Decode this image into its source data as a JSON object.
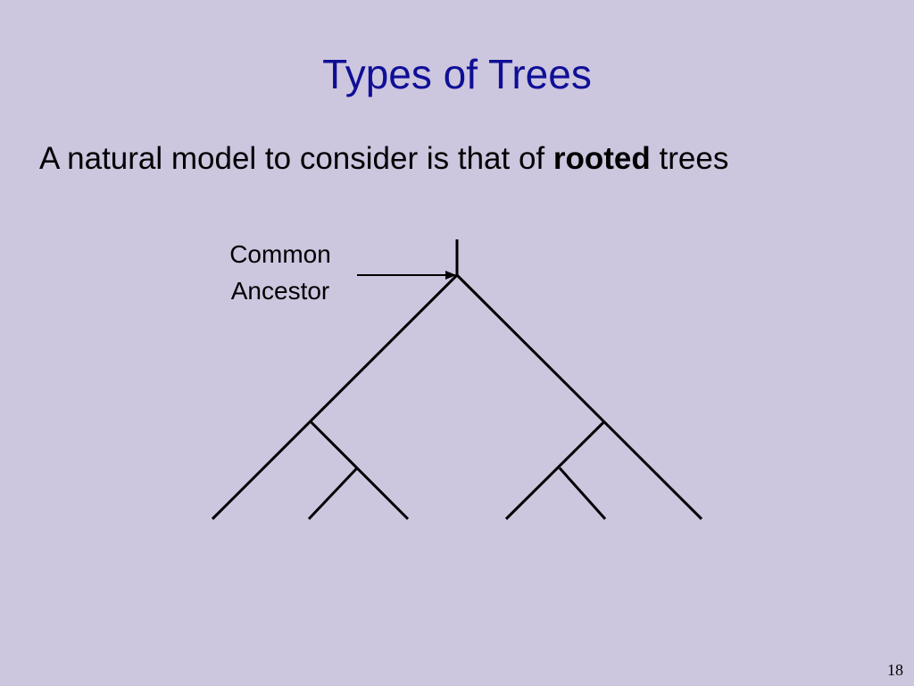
{
  "slide": {
    "title": "Types of Trees",
    "bullet": {
      "before": "A natural model to consider is that of ",
      "bold": "rooted",
      "after": " trees"
    },
    "diagram": {
      "label_line1": "Common",
      "label_line2": "Ancestor",
      "stroke_color": "#000000"
    },
    "page_number": "18"
  },
  "colors": {
    "background": "#cdc6df",
    "title": "#0f0f96",
    "text": "#000000"
  }
}
